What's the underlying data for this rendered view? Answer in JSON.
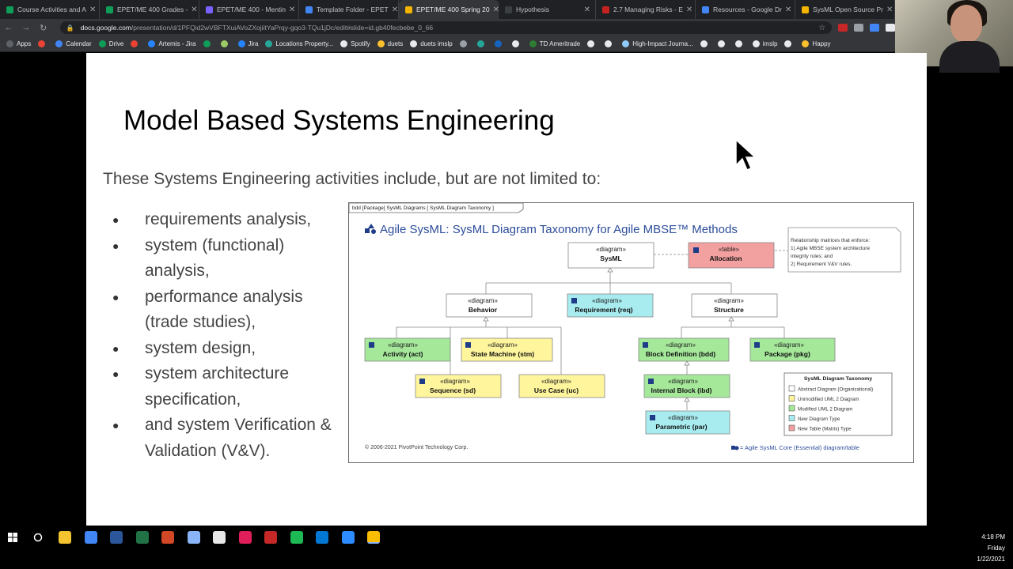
{
  "browser": {
    "tabs": [
      {
        "label": "Course Activities and A",
        "color": "#0f9d58"
      },
      {
        "label": "EPET/ME 400 Grades -",
        "color": "#0f9d58"
      },
      {
        "label": "EPET/ME 400 - Mentin",
        "color": "#7b61ff"
      },
      {
        "label": "Template Folder - EPET",
        "color": "#4285f4"
      },
      {
        "label": "EPET/ME 400 Spring 20",
        "color": "#f4b400",
        "active": true
      },
      {
        "label": "Hypothesis",
        "color": "#3c4043"
      },
      {
        "label": "2.7 Managing Risks - E",
        "color": "#c5221f"
      },
      {
        "label": "Resources - Google Dr",
        "color": "#4285f4"
      },
      {
        "label": "SysML Open Source Pr",
        "color": "#f4b400"
      }
    ],
    "url_host": "docs.google.com",
    "url_path": "/presentation/d/1PFQid2wVBFTXuiAVoZXojiitYaPrqy-gqo3-TQu1jDc/edit#slide=id.gb40fecbebe_0_66",
    "bookmarks": [
      {
        "label": "Apps",
        "color": "#5f6368"
      },
      {
        "label": "",
        "color": "#ea4335"
      },
      {
        "label": "Calendar",
        "color": "#4285f4"
      },
      {
        "label": "Drive",
        "color": "#0f9d58"
      },
      {
        "label": "",
        "color": "#ea4335"
      },
      {
        "label": "Artemis - Jira",
        "color": "#2684ff"
      },
      {
        "label": "",
        "color": "#0f9d58"
      },
      {
        "label": "",
        "color": "#9ccc65"
      },
      {
        "label": "Jira",
        "color": "#2684ff"
      },
      {
        "label": "Locations Property...",
        "color": "#26a69a"
      },
      {
        "label": "Spotify",
        "color": "#e8eaed"
      },
      {
        "label": "duets",
        "color": "#fbc02d"
      },
      {
        "label": "duets imslp",
        "color": "#e8eaed"
      },
      {
        "label": "",
        "color": "#9aa0a6"
      },
      {
        "label": "",
        "color": "#26a69a"
      },
      {
        "label": "",
        "color": "#1565c0"
      },
      {
        "label": "",
        "color": "#e8eaed"
      },
      {
        "label": "TD Ameritrade",
        "color": "#2e7d32"
      },
      {
        "label": "",
        "color": "#e8eaed"
      },
      {
        "label": "",
        "color": "#e8eaed"
      },
      {
        "label": "High-Impact Journa...",
        "color": "#90caf9"
      },
      {
        "label": "",
        "color": "#e8eaed"
      },
      {
        "label": "",
        "color": "#e8eaed"
      },
      {
        "label": "",
        "color": "#e8eaed"
      },
      {
        "label": "imslp",
        "color": "#e8eaed"
      },
      {
        "label": "",
        "color": "#e8eaed"
      },
      {
        "label": "Happy",
        "color": "#fbc02d"
      }
    ]
  },
  "slide": {
    "title": "Model Based Systems Engineering",
    "subtitle": "These Systems Engineering activities include, but are not limited to:",
    "bullets": [
      "requirements analysis,",
      "system (functional) analysis,",
      "performance analysis (trade studies),",
      "system design,",
      "system architecture specification,",
      "and system Verification & Validation (V&V)."
    ]
  },
  "diagram": {
    "frame_label": "bdd [Package] SysML Diagrams [ SysML Diagram Taxonomy ]",
    "title": "Agile SysML: SysML Diagram Taxonomy for Agile MBSE™ Methods",
    "stereotype": "«diagram»",
    "table_stereotype": "«table»",
    "nodes": {
      "sysml": "SysML",
      "allocation": "Allocation",
      "behavior": "Behavior",
      "requirement": "Requirement (req)",
      "structure": "Structure",
      "activity": "Activity (act)",
      "state_machine": "State Machine (stm)",
      "block_definition": "Block Definition (bdd)",
      "package": "Package (pkg)",
      "sequence": "Sequence (sd)",
      "use_case": "Use Case (uc)",
      "internal_block": "Internal Block (ibd)",
      "parametric": "Parametric (par)"
    },
    "note_lines": [
      "Relationship matrices that enforce:",
      "1) Agile MBSE system architecture",
      "integrity rules; and",
      "2) Requirement V&V rules."
    ],
    "legend": {
      "title": "SysML Diagram Taxonomy",
      "items": [
        {
          "label": "Abstract Diagram (Organizational)",
          "color": "#ffffff"
        },
        {
          "label": "Unmodified UML 2 Diagram",
          "color": "#fff59d"
        },
        {
          "label": "Modified UML 2 Diagram",
          "color": "#a5e89a"
        },
        {
          "label": "New Diagram Type",
          "color": "#a8ecf0"
        },
        {
          "label": "New Table (Matrix) Type",
          "color": "#f2a0a0"
        }
      ]
    },
    "copyright": "© 2006-2021 PivotPoint Technology Corp.",
    "core_note": "= Agile SysML Core (Essential) diagram/table"
  },
  "taskbar": {
    "time": "4:18 PM",
    "day": "Friday",
    "date": "1/22/2021",
    "icons": [
      {
        "name": "file-explorer-icon",
        "color": "#f4c430"
      },
      {
        "name": "chrome-icon",
        "color": "#4285f4"
      },
      {
        "name": "word-icon",
        "color": "#2b579a"
      },
      {
        "name": "excel-icon",
        "color": "#217346"
      },
      {
        "name": "powerpoint-icon",
        "color": "#d24726"
      },
      {
        "name": "paint-icon",
        "color": "#8ab4f8"
      },
      {
        "name": "acrobat-icon",
        "color": "#e8e8e8"
      },
      {
        "name": "slack-icon",
        "color": "#e01e5a"
      },
      {
        "name": "app-icon",
        "color": "#c62828"
      },
      {
        "name": "spotify-icon",
        "color": "#1db954"
      },
      {
        "name": "outlook-icon",
        "color": "#0078d4"
      },
      {
        "name": "zoom-icon",
        "color": "#2d8cff"
      },
      {
        "name": "chrome-active-icon",
        "color": "#fbbc04"
      }
    ]
  }
}
